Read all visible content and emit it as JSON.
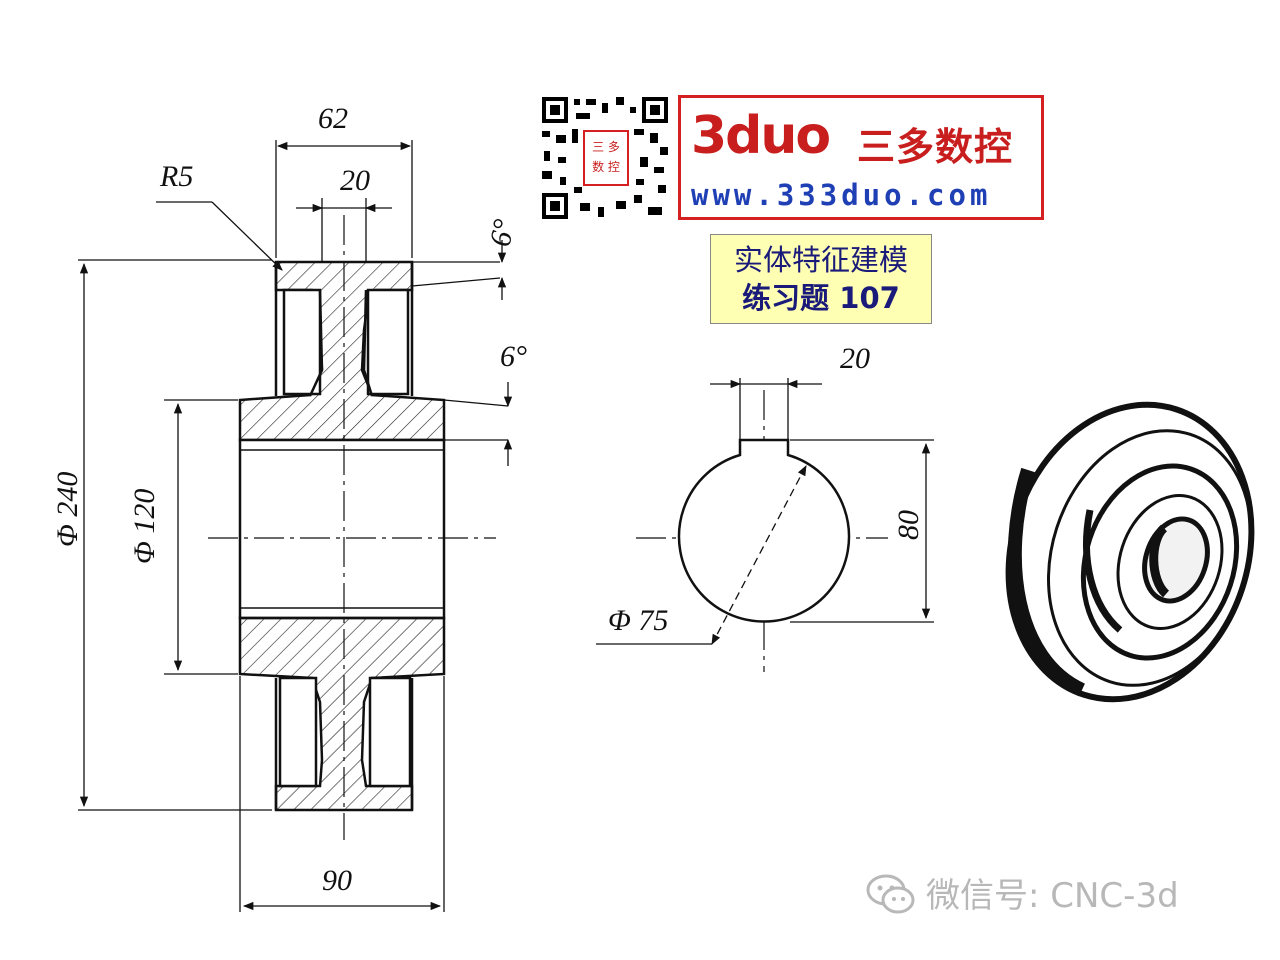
{
  "header": {
    "brand_logo_text": "3duo",
    "brand_name": "三多数控",
    "brand_url": "www.333duo.com",
    "qr_caption_line1": "三 多",
    "qr_caption_line2": "数 控"
  },
  "title": {
    "line1": "实体特征建模",
    "line2": "练习题 107"
  },
  "dimensions": {
    "width_62": "62",
    "width_20_top": "20",
    "radius": "R5",
    "angle_top": "6°",
    "angle_mid": "6°",
    "diameter_240": "Φ 240",
    "diameter_120": "Φ 120",
    "width_90": "90",
    "keyway_width": "20",
    "keyway_depth": "80",
    "bore_diameter": "Φ 75"
  },
  "watermark": {
    "text": "微信号: CNC-3d"
  },
  "colors": {
    "brand_red": "#c81e1e",
    "brand_blue": "#1f3fb5",
    "brand_green": "#1a8f2a",
    "title_bg": "#ffffb3",
    "title_text": "#1a1a7a",
    "watermark": "#b8b8b8"
  }
}
